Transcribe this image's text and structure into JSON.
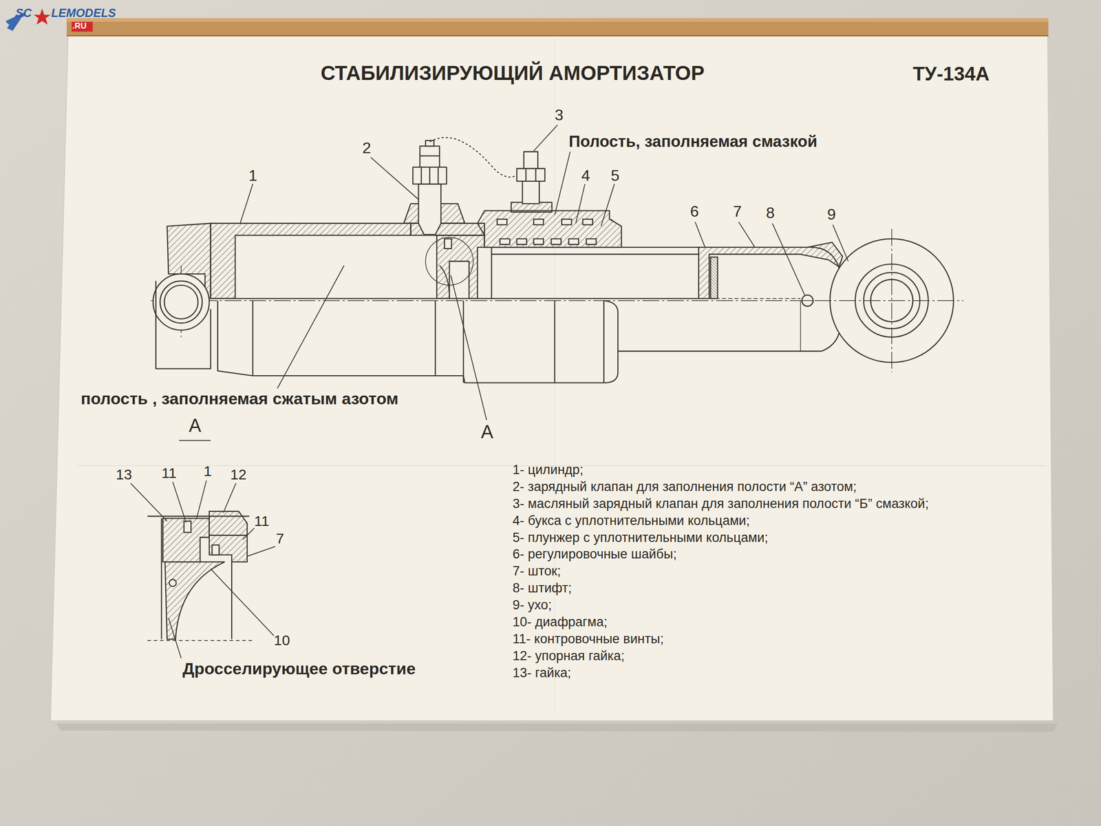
{
  "diagram": {
    "title": "СТАБИЛИЗИРУЮЩИЙ АМОРТИЗАТОР",
    "labels": [
      "SC",
      "LEMODELS",
      ".RU",
      "ТУ-134А",
      "3",
      "Полость, заполняемая смазкой",
      "2",
      "1",
      "4",
      "5",
      "6",
      "7",
      "8",
      "9",
      "полость , заполняемая сжатым азотом",
      "А",
      "А",
      "13",
      "11",
      "1",
      "12",
      "11",
      "7",
      "10",
      "Дросселирующее отверстие",
      "1- цилиндр;",
      "2- зарядный клапан для заполнения полости “А” азотом;",
      "3- масляный зарядный клапан для заполнения полости “Б” смазкой;",
      "4- букса с уплотнительными кольцами;",
      "5- плунжер с уплотнительными кольцами;",
      "6- регулировочные шайбы;",
      "7- шток;",
      "8- штифт;",
      "9- ухо;",
      "10- диафрагма;",
      "11- контровочные винты;",
      "12- упорная гайка;",
      "13- гайка;"
    ]
  }
}
